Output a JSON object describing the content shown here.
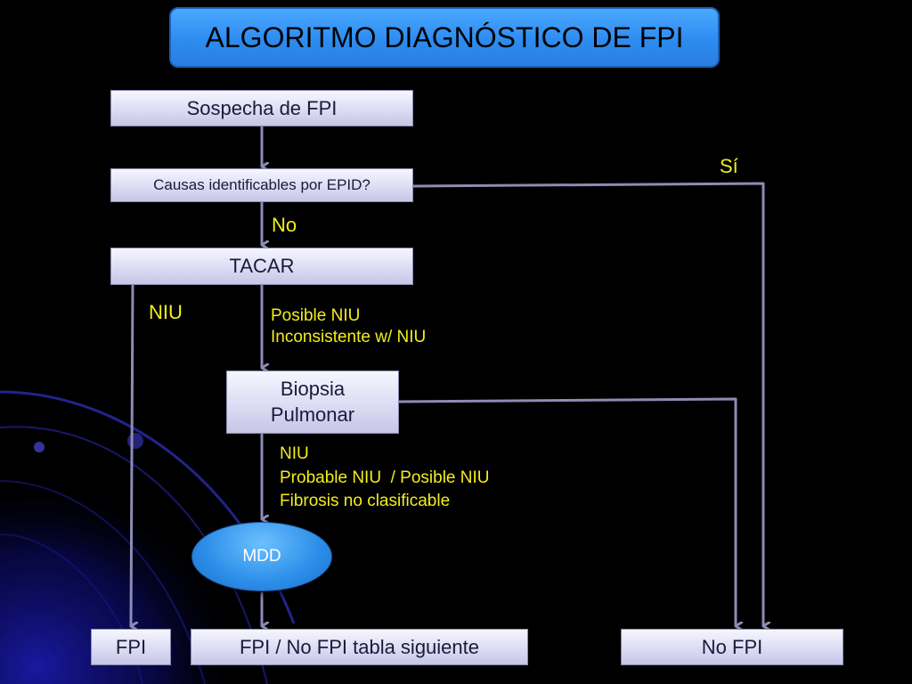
{
  "title": "ALGORITMO DIAGNÓSTICO DE FPI",
  "nodes": {
    "sospecha": "Sospecha de FPI",
    "causas": "Causas identificables por EPID?",
    "tacar": "TACAR",
    "biopsia_line1": "Biopsia",
    "biopsia_line2": "Pulmonar",
    "mdd": "MDD",
    "fpi": "FPI",
    "fpi_no_fpi": "FPI / No FPI tabla siguiente",
    "no_fpi": "No FPI"
  },
  "labels": {
    "si": "Sí",
    "no": "No",
    "niu": "NIU",
    "tacar_out_1": "Posible NIU",
    "tacar_out_2": "Inconsistente w/ NIU",
    "biopsia_out_1": "NIU",
    "biopsia_out_2": "Probable NIU  / Posible NIU",
    "biopsia_out_3": "Fibrosis no clasificable"
  },
  "colors": {
    "background": "#000000",
    "title_fill": "#2d8cf0",
    "node_fill": "#dcdcf4",
    "label_text": "#f2ee1c",
    "connector": "#8c8cb4",
    "ellipse_fill": "#2b8de8"
  }
}
